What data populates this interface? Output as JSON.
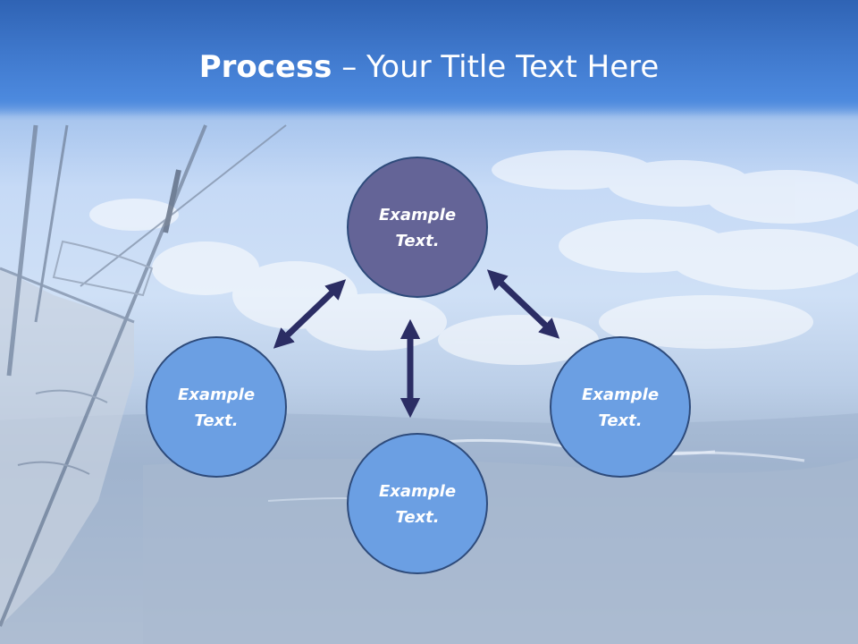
{
  "slide": {
    "title_bold": "Process",
    "title_rest": " – Your Title Text Here"
  },
  "diagram": {
    "nodes": [
      {
        "id": "top",
        "line1": "Example",
        "line2": "Text.",
        "fill": "#646497"
      },
      {
        "id": "left",
        "line1": "Example",
        "line2": "Text.",
        "fill": "#6b9fe3"
      },
      {
        "id": "bottom",
        "line1": "Example",
        "line2": "Text.",
        "fill": "#6b9fe3"
      },
      {
        "id": "right",
        "line1": "Example",
        "line2": "Text.",
        "fill": "#6b9fe3"
      }
    ],
    "arrows": [
      {
        "from": "top",
        "to": "left"
      },
      {
        "from": "top",
        "to": "bottom"
      },
      {
        "from": "top",
        "to": "right"
      }
    ],
    "colors": {
      "node_outline": "#2e4b7b",
      "arrow": "#2b2d64",
      "title_text": "#ffffff"
    }
  }
}
